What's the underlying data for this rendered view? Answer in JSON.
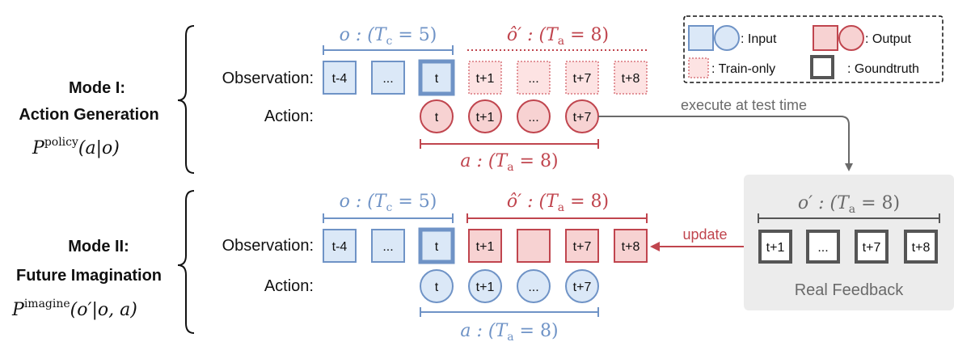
{
  "mode1": {
    "title_line1": "Mode I:",
    "title_line2": "Action Generation",
    "formula_main": "P",
    "formula_sup": "policy",
    "formula_args": "(a|o)",
    "obs_label": "Observation:",
    "act_label": "Action:",
    "obs_span_label": "o : (T",
    "obs_span_sub": "c",
    "obs_span_tail": " = 5)",
    "future_span_label": "ô′ : (T",
    "future_span_sub": "a",
    "future_span_tail": " = 8)",
    "action_span_label": "a : (T",
    "action_span_sub": "a",
    "action_span_tail": " = 8)",
    "obs_input": [
      "t-4",
      "...",
      "t"
    ],
    "obs_future": [
      "t+1",
      "...",
      "t+7",
      "t+8"
    ],
    "actions": [
      "t",
      "t+1",
      "...",
      "t+7"
    ]
  },
  "mode2": {
    "title_line1": "Mode II:",
    "title_line2": "Future Imagination",
    "formula_main": "P",
    "formula_sup": "imagine",
    "formula_args": "(o′|o, a)",
    "obs_label": "Observation:",
    "act_label": "Action:",
    "obs_span_label": "o : (T",
    "obs_span_sub": "c",
    "obs_span_tail": " = 5)",
    "future_span_label": "ô′ : (T",
    "future_span_sub": "a",
    "future_span_tail": " = 8)",
    "action_span_label": "a : (T",
    "action_span_sub": "a",
    "action_span_tail": " = 8)",
    "obs_input": [
      "t-4",
      "...",
      "t"
    ],
    "obs_future": [
      "t+1",
      "",
      "t+7",
      "t+8"
    ],
    "actions": [
      "t",
      "t+1",
      "...",
      "t+7"
    ]
  },
  "legend": {
    "input": ": Input",
    "output": ": Output",
    "train_only": ": Train-only",
    "groundtruth": ": Goundtruth"
  },
  "feedback": {
    "span_label": "o′ : (T",
    "span_sub": "a",
    "span_tail": " = 8)",
    "items": [
      "t+1",
      "...",
      "t+7",
      "t+8"
    ],
    "caption": "Real Feedback"
  },
  "arrows": {
    "execute": "execute at test time",
    "update": "update"
  },
  "colors": {
    "blue_fill": "#dbe8f7",
    "blue_stroke": "#6f93c6",
    "blue_text": "#6f93c6",
    "red_fill": "#f7d2d2",
    "red_stroke": "#c0454e",
    "red_text": "#c0454e",
    "train_fill": "#fde3e3",
    "train_stroke": "#d9767d",
    "gt_stroke": "#555555",
    "gray_panel": "#ececec",
    "gray_text": "#6a6a6a",
    "text": "#111111"
  }
}
